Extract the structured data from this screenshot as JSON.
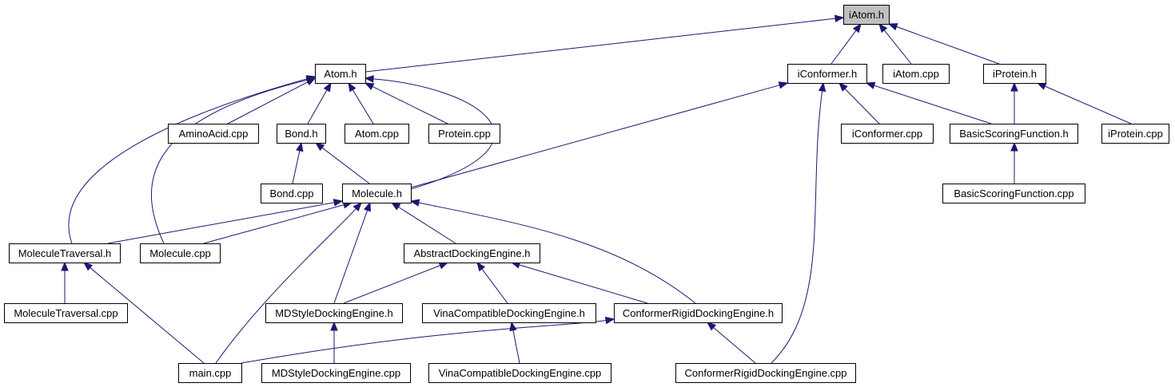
{
  "diagram": {
    "type": "include-dependency-graph",
    "nodes": [
      {
        "id": "iatom_h",
        "label": "iAtom.h",
        "focus": true
      },
      {
        "id": "atom_h",
        "label": "Atom.h"
      },
      {
        "id": "iconformer_h",
        "label": "iConformer.h"
      },
      {
        "id": "iatom_cpp",
        "label": "iAtom.cpp"
      },
      {
        "id": "iprotein_h",
        "label": "iProtein.h"
      },
      {
        "id": "aminoacid_cpp",
        "label": "AminoAcid.cpp"
      },
      {
        "id": "bond_h",
        "label": "Bond.h"
      },
      {
        "id": "atom_cpp",
        "label": "Atom.cpp"
      },
      {
        "id": "protein_cpp",
        "label": "Protein.cpp"
      },
      {
        "id": "iconformer_cpp",
        "label": "iConformer.cpp"
      },
      {
        "id": "basicscoring_h",
        "label": "BasicScoringFunction.h"
      },
      {
        "id": "iprotein_cpp",
        "label": "iProtein.cpp"
      },
      {
        "id": "bond_cpp",
        "label": "Bond.cpp"
      },
      {
        "id": "molecule_h",
        "label": "Molecule.h"
      },
      {
        "id": "basicscoring_cpp",
        "label": "BasicScoringFunction.cpp"
      },
      {
        "id": "moltraversal_h",
        "label": "MoleculeTraversal.h"
      },
      {
        "id": "molecule_cpp",
        "label": "Molecule.cpp"
      },
      {
        "id": "abstractdock_h",
        "label": "AbstractDockingEngine.h"
      },
      {
        "id": "moltraversal_cpp",
        "label": "MoleculeTraversal.cpp"
      },
      {
        "id": "mdstyle_h",
        "label": "MDStyleDockingEngine.h"
      },
      {
        "id": "vina_h",
        "label": "VinaCompatibleDockingEngine.h"
      },
      {
        "id": "conformerrigid_h",
        "label": "ConformerRigidDockingEngine.h"
      },
      {
        "id": "main_cpp",
        "label": "main.cpp"
      },
      {
        "id": "mdstyle_cpp",
        "label": "MDStyleDockingEngine.cpp"
      },
      {
        "id": "vina_cpp",
        "label": "VinaCompatibleDockingEngine.cpp"
      },
      {
        "id": "conformerrigid_cpp",
        "label": "ConformerRigidDockingEngine.cpp"
      }
    ],
    "edges": [
      {
        "from": "atom_h",
        "to": "iatom_h"
      },
      {
        "from": "iconformer_h",
        "to": "iatom_h"
      },
      {
        "from": "iatom_cpp",
        "to": "iatom_h"
      },
      {
        "from": "iprotein_h",
        "to": "iatom_h"
      },
      {
        "from": "aminoacid_cpp",
        "to": "atom_h"
      },
      {
        "from": "bond_h",
        "to": "atom_h"
      },
      {
        "from": "atom_cpp",
        "to": "atom_h"
      },
      {
        "from": "protein_cpp",
        "to": "atom_h"
      },
      {
        "from": "molecule_h",
        "to": "atom_h"
      },
      {
        "from": "moltraversal_h",
        "to": "atom_h"
      },
      {
        "from": "molecule_cpp",
        "to": "atom_h"
      },
      {
        "from": "molecule_h",
        "to": "iconformer_h"
      },
      {
        "from": "iconformer_cpp",
        "to": "iconformer_h"
      },
      {
        "from": "basicscoring_h",
        "to": "iconformer_h"
      },
      {
        "from": "conformerrigid_cpp",
        "to": "iconformer_h"
      },
      {
        "from": "basicscoring_h",
        "to": "iprotein_h"
      },
      {
        "from": "iprotein_cpp",
        "to": "iprotein_h"
      },
      {
        "from": "basicscoring_cpp",
        "to": "basicscoring_h"
      },
      {
        "from": "bond_cpp",
        "to": "bond_h"
      },
      {
        "from": "molecule_h",
        "to": "bond_h"
      },
      {
        "from": "moltraversal_h",
        "to": "molecule_h"
      },
      {
        "from": "molecule_cpp",
        "to": "molecule_h"
      },
      {
        "from": "abstractdock_h",
        "to": "molecule_h"
      },
      {
        "from": "mdstyle_h",
        "to": "molecule_h"
      },
      {
        "from": "conformerrigid_h",
        "to": "molecule_h"
      },
      {
        "from": "main_cpp",
        "to": "molecule_h"
      },
      {
        "from": "moltraversal_cpp",
        "to": "moltraversal_h"
      },
      {
        "from": "main_cpp",
        "to": "moltraversal_h"
      },
      {
        "from": "mdstyle_h",
        "to": "abstractdock_h"
      },
      {
        "from": "vina_h",
        "to": "abstractdock_h"
      },
      {
        "from": "conformerrigid_h",
        "to": "abstractdock_h"
      },
      {
        "from": "mdstyle_cpp",
        "to": "mdstyle_h"
      },
      {
        "from": "vina_cpp",
        "to": "vina_h"
      },
      {
        "from": "main_cpp",
        "to": "conformerrigid_h"
      },
      {
        "from": "conformerrigid_cpp",
        "to": "conformerrigid_h"
      }
    ]
  },
  "colors": {
    "edge": "#191970",
    "node_border": "#000000",
    "node_fill": "#ffffff",
    "focus_fill": "#bfbfbf",
    "text": "#000000"
  }
}
